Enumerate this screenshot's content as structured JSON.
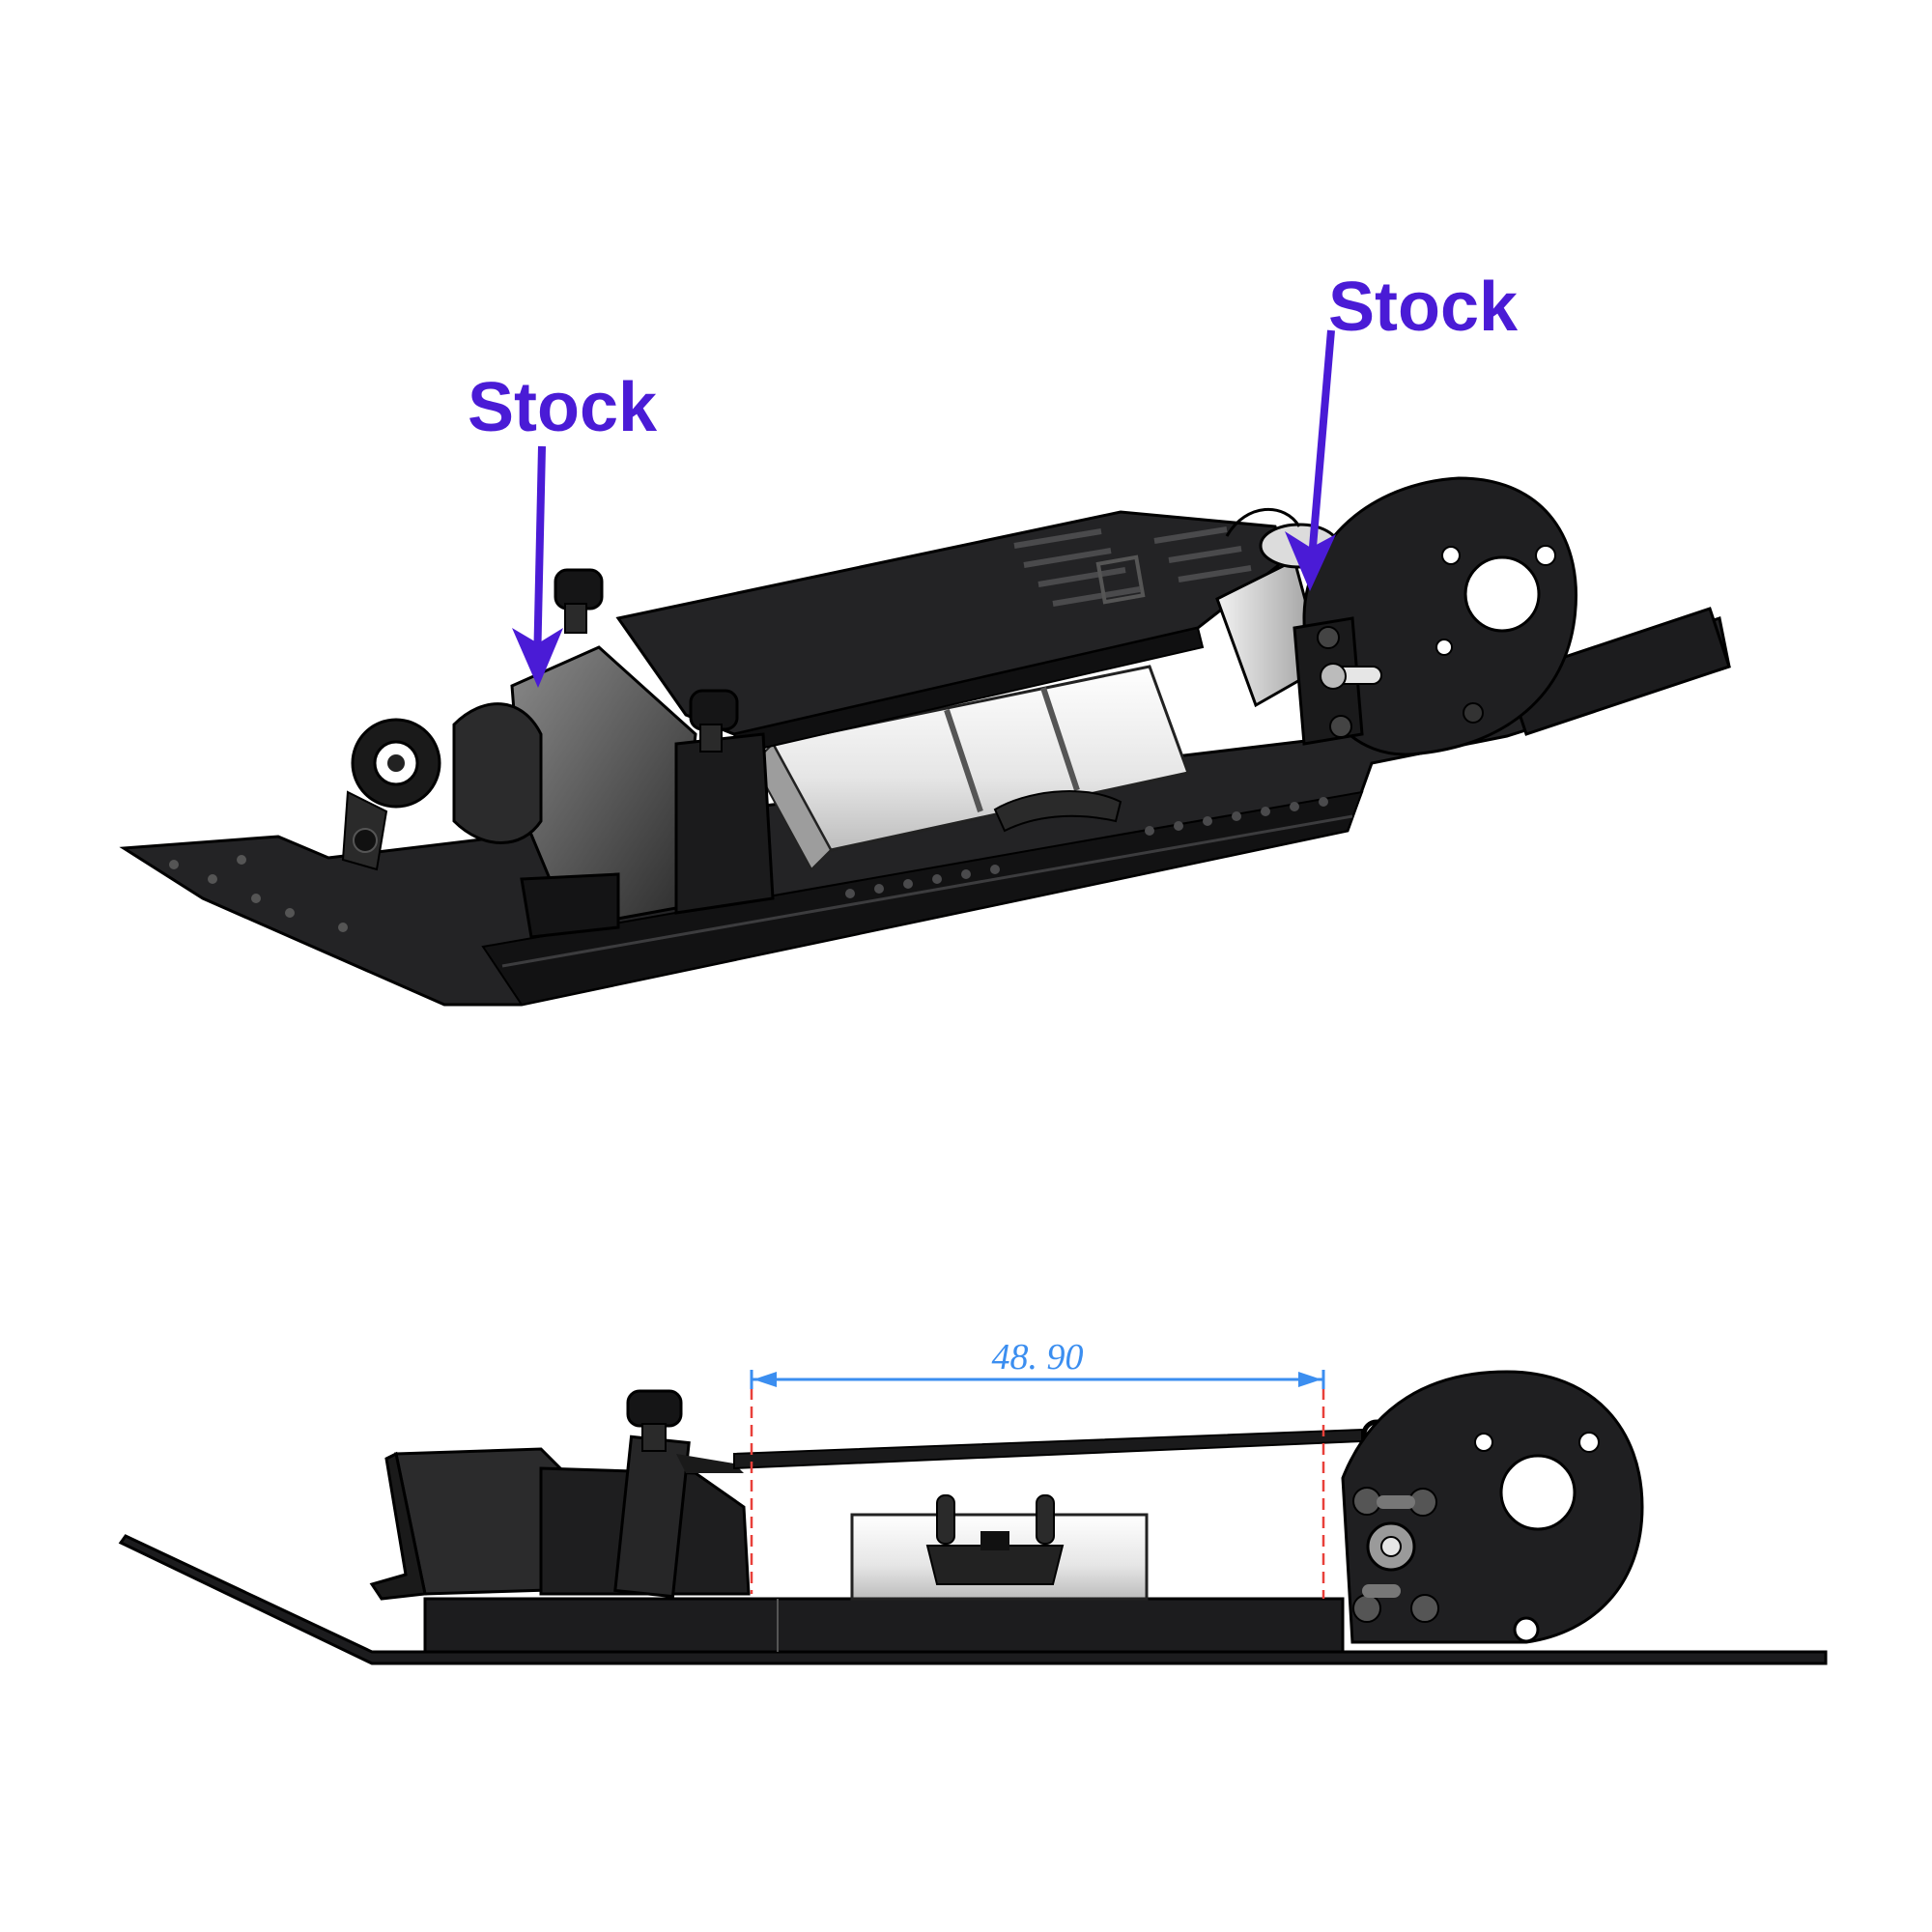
{
  "top_view": {
    "callouts": [
      {
        "label": "Stock",
        "target": "steering-servo"
      },
      {
        "label": "Stock",
        "target": "motor"
      }
    ]
  },
  "side_view": {
    "dimension": {
      "value": "48. 90"
    }
  },
  "colors": {
    "callout": "#4a1bd6",
    "dimension_line": "#3b8ef0",
    "extension_line": "#e8403a",
    "part_dark": "#1c1c1e",
    "part_edge": "#000000",
    "battery_light": "#e9e9e9"
  }
}
